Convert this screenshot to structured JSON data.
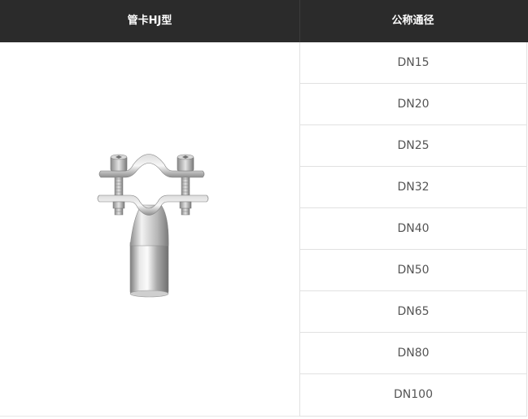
{
  "table": {
    "header": {
      "product": "管卡HJ型",
      "nominal_diameter": "公称通径"
    },
    "sizes": [
      "DN15",
      "DN20",
      "DN25",
      "DN32",
      "DN40",
      "DN50",
      "DN65",
      "DN80",
      "DN100"
    ]
  },
  "colors": {
    "header_bg": "#2b2b2b",
    "header_text": "#ffffff",
    "cell_text": "#555555",
    "border": "#e1e1e1"
  }
}
